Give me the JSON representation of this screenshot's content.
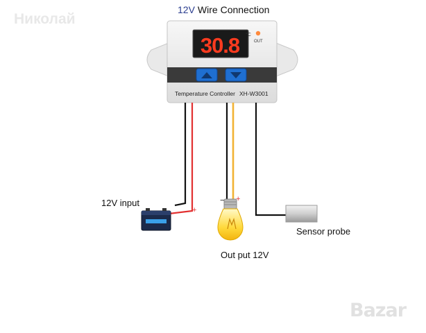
{
  "title": {
    "voltage": "12V",
    "rest": "Wire Connection"
  },
  "watermark": "Николай",
  "device": {
    "display_value": "30.8",
    "unit": "°C",
    "out_label": "OUT",
    "label_left": "Temperature Controller",
    "label_right": "XH-W3001"
  },
  "labels": {
    "input": "12V input",
    "sensor": "Sensor probe",
    "output": "Out put 12V",
    "minus": "−",
    "plus": "+"
  },
  "logo": "Bazar",
  "colors": {
    "display_red": "#ff3b1f",
    "voltage_blue": "#2a3d8f",
    "button_blue": "#1f6fd1",
    "wire_red": "#e23030",
    "wire_yellow": "#f2b233"
  }
}
